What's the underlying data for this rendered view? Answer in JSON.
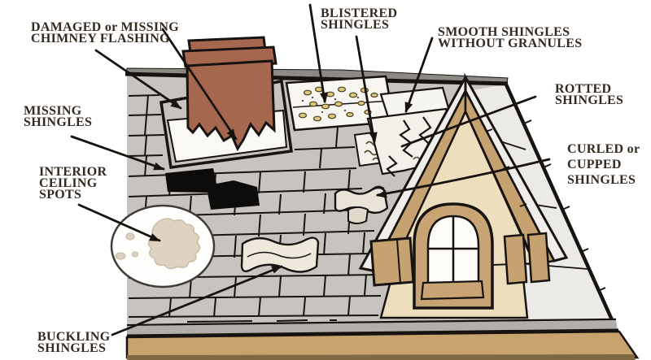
{
  "diagram": {
    "title": "roof-problems-diagram",
    "labels": {
      "chimney_flashing": {
        "lines": [
          "DAMAGED or MISSING",
          "CHIMNEY FLASHING"
        ]
      },
      "missing_shingles": {
        "lines": [
          "MISSING",
          "SHINGLES"
        ]
      },
      "interior_ceiling_spots": {
        "lines": [
          "INTERIOR",
          "CEILING",
          "SPOTS"
        ]
      },
      "buckling_shingles": {
        "lines": [
          "BUCKLING",
          "SHINGLES"
        ]
      },
      "blistered_shingles": {
        "lines": [
          "BLISTERED",
          "SHINGLES"
        ]
      },
      "smooth_shingles": {
        "lines": [
          "SMOOTH SHINGLES",
          "WITHOUT GRANULES"
        ]
      },
      "rotted_shingles": {
        "lines": [
          "ROTTED",
          "SHINGLES"
        ]
      },
      "curled_shingles": {
        "lines": [
          "CURLED or",
          "CUPPED",
          "SHINGLES"
        ]
      }
    },
    "colors": {
      "background": "#FFFFFF",
      "roof_gray": "#C7C3BF",
      "roof_light": "#ECEAE6",
      "ridge_dark": "#8D8984",
      "chimney_brick": "#A5684E",
      "flashing_white": "#FAF8F4",
      "trim_tan": "#C6A271",
      "wall_beige": "#EDDEBE",
      "fascia_tan": "#C8A36D",
      "fascia_dark": "#7E6943",
      "blister_spot": "#D9C67E",
      "stain_beige": "#DDD3C0",
      "outline": "#171310",
      "label_text": "#33291F"
    }
  }
}
